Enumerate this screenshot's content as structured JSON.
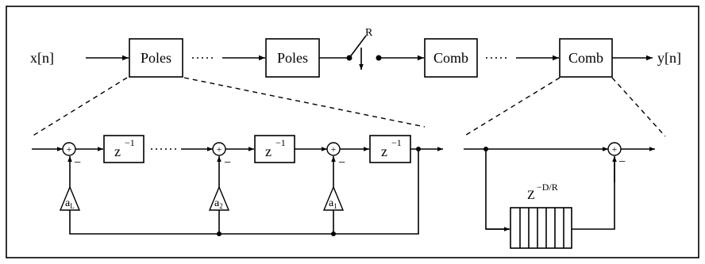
{
  "top_chain": {
    "input_label": "x[n]",
    "output_label": "y[n]",
    "poles_label": "Poles",
    "comb_label": "Comb",
    "switch_label": "R"
  },
  "poles_detail": {
    "delay_base": "z",
    "delay_exp": "−1",
    "gain_base": "a",
    "gains": [
      "L",
      "2",
      "1"
    ],
    "adder_sign": "+",
    "feedback_sign": "−"
  },
  "comb_detail": {
    "delay_base": "Z",
    "delay_exp": "−D/R",
    "adder_sign": "+",
    "sub_sign": "−"
  }
}
